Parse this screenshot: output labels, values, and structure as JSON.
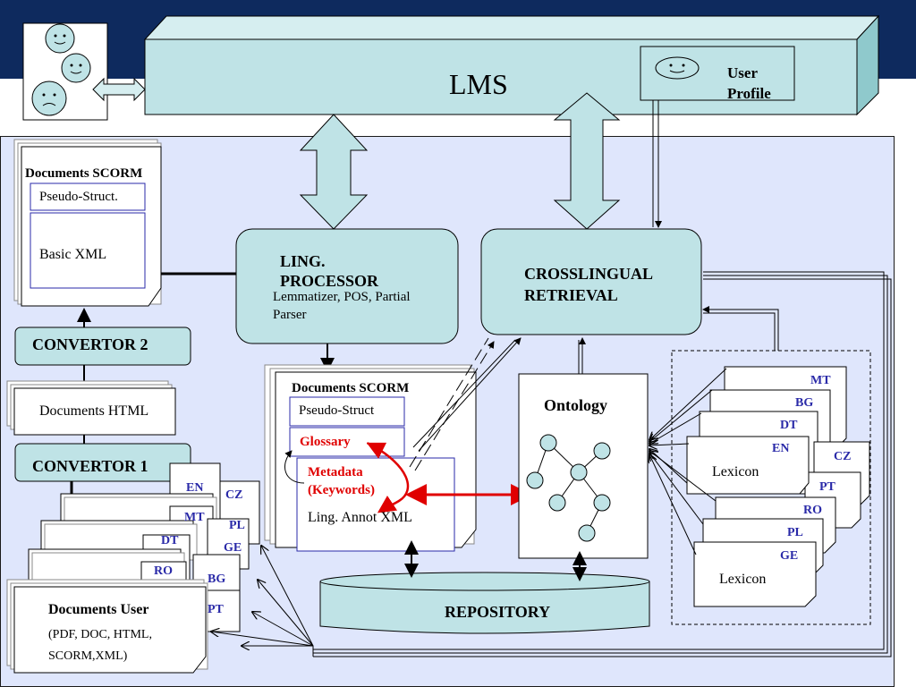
{
  "lms": {
    "title": "LMS",
    "user_profile": "User Profile",
    "user_profile_l1": "User",
    "user_profile_l2": "Profile"
  },
  "left": {
    "docs_scorm": "Documents SCORM",
    "pseudo_struct": "Pseudo-Struct.",
    "basic_xml": "Basic XML",
    "convertor2": "CONVERTOR 2",
    "docs_html": "Documents HTML",
    "convertor1": "CONVERTOR 1",
    "docs_user": "Documents User",
    "docs_user_formats_1": "(PDF, DOC, HTML,",
    "docs_user_formats_2": "SCORM,XML)"
  },
  "ling": {
    "title_l1": "LING.",
    "title_l2": "PROCESSOR",
    "subtitle_l1": "Lemmatizer, POS, Partial",
    "subtitle_l2": "Parser"
  },
  "center_doc": {
    "title": "Documents SCORM",
    "pseudo_struct": "Pseudo-Struct",
    "glossary": "Glossary",
    "metadata_l1": "Metadata",
    "metadata_l2": "(Keywords)",
    "ling_annot": "Ling. Annot XML"
  },
  "crosslingual": {
    "l1": "CROSSLINGUAL",
    "l2": "RETRIEVAL"
  },
  "ontology": "Ontology",
  "repository": "REPOSITORY",
  "lexicon_label": "Lexicon",
  "lang_stack_1": [
    "MT",
    "BG",
    "DT",
    "EN",
    "CZ",
    "PT"
  ],
  "lang_stack_2": [
    "RO",
    "PL",
    "GE"
  ],
  "lang_left": [
    "EN",
    "CZ",
    "MT",
    "PL",
    "DT",
    "GE",
    "RO",
    "BG",
    "PT"
  ],
  "colors": {
    "band": "#0e2a5e",
    "panel": "#dfe6fc",
    "box": "#bfe3e6",
    "red": "#e00000",
    "lang": "#2a2aa8"
  }
}
